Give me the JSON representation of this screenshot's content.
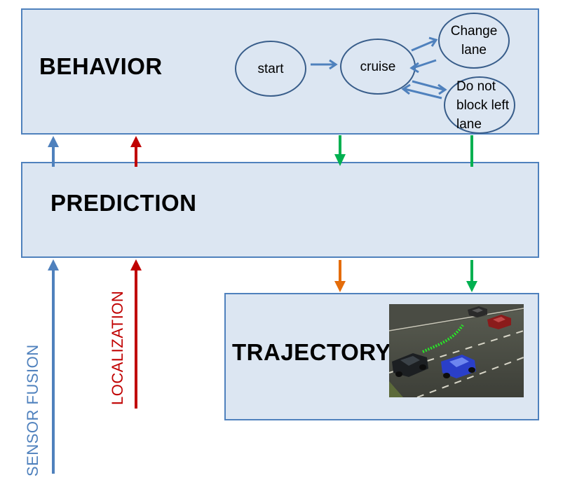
{
  "layers": {
    "behavior": "BEHAVIOR",
    "prediction": "PREDICTION",
    "trajectory": "TRAJECTORY"
  },
  "states": {
    "start": "start",
    "cruise": "cruise",
    "change_lane": [
      "Change",
      "lane"
    ],
    "do_not_block": [
      "Do not",
      "block left",
      "lane"
    ]
  },
  "inputs": {
    "sensor_fusion": "SENSOR FUSION",
    "localization": "LOCALIZATION"
  },
  "colors": {
    "box_fill": "#dce6f2",
    "box_border": "#4f81bd",
    "sensor_fusion": "#4f81bd",
    "localization": "#c00000",
    "behavior_output": "#00b050",
    "prediction_output": "#e46c0a"
  },
  "image": {
    "description_icon": "driving-simulator-image"
  }
}
